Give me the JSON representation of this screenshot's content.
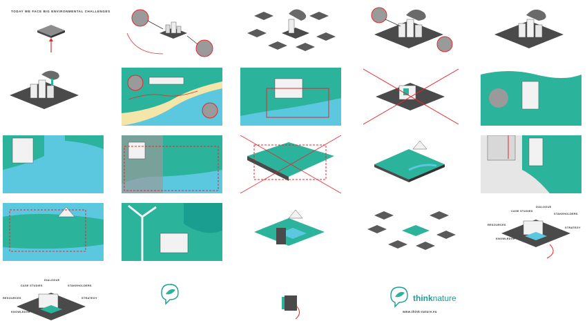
{
  "storyboard": {
    "intro_caption": "TODAY WE FACE BIG ENVIRONMENTAL CHALLENGES",
    "concept_labels": {
      "dialogue": "DIALOGUE",
      "case_studies": "CASE STUDIES",
      "stakeholders": "STAKEHOLDERS",
      "resources": "RESOURCES",
      "strategy": "STRATEGY",
      "knowledge": "KNOWLEDGE"
    },
    "brand": {
      "name_bold": "think",
      "name_light": "nature",
      "url": "www.think-nature.eu"
    }
  },
  "colors": {
    "teal": "#2bb39b",
    "dark_teal": "#1a9e8f",
    "water": "#5bc8e0",
    "sand": "#f3e6a8",
    "red": "#e8262b",
    "slab": "#4a4a4a",
    "grey": "#9a9a9a"
  }
}
